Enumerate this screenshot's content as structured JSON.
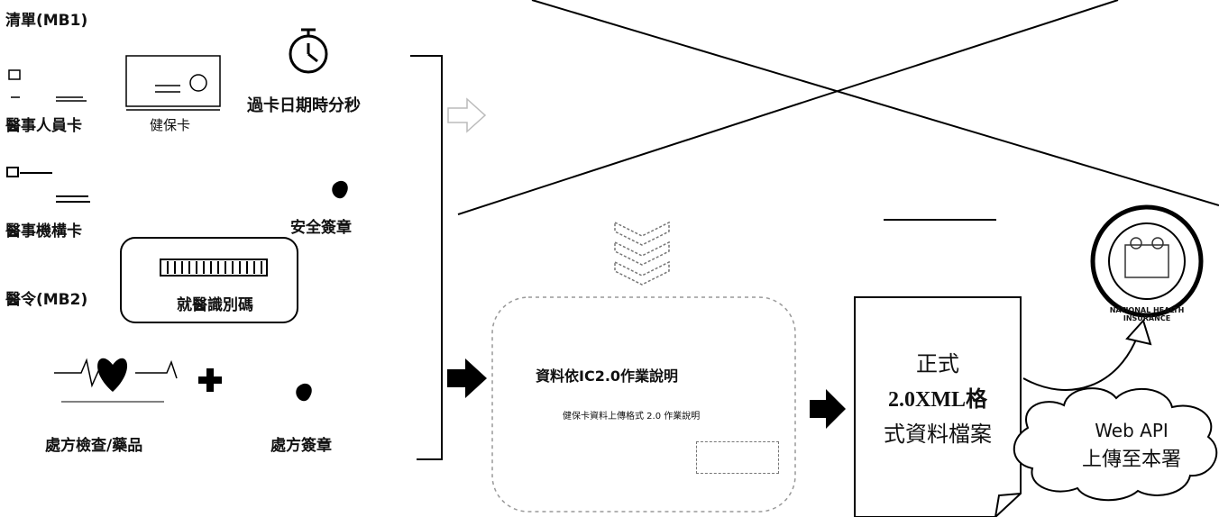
{
  "left": {
    "list_label": "清單(MB1)",
    "medical_staff_card": "醫事人員卡",
    "health_card": "健保卡",
    "card_time": "過卡日期時分秒",
    "institution_card": "醫事機構卡",
    "security_seal": "安全簽章",
    "visit_id": "就醫識別碼",
    "order_label": "醫令(MB2)",
    "prescription_exam": "處方檢查/藥品",
    "prescription_seal": "處方簽章"
  },
  "middle": {
    "doc_title": "資料依IC2.0作業說明",
    "doc_subtitle": "健保卡資料上傳格式 2.0 作業說明"
  },
  "right": {
    "file_line1": "正式",
    "file_line2": "2.0XML格",
    "file_line3": "式資料檔案",
    "cloud_line1": "Web API",
    "cloud_line2": "上傳至本署",
    "seal_text": "NATIONAL HEALTH INSURANCE"
  }
}
